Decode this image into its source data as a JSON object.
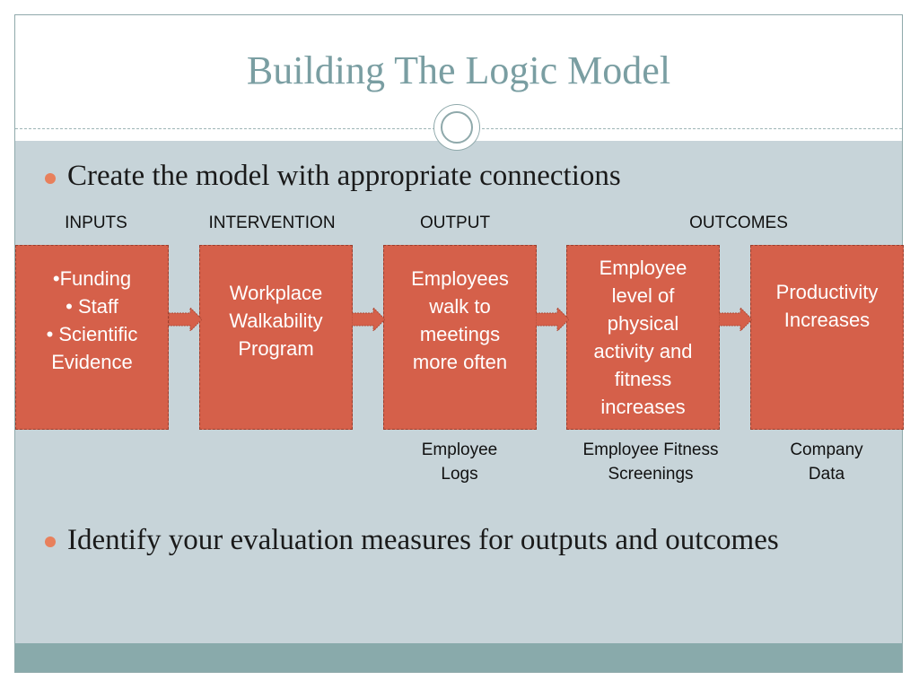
{
  "slide": {
    "title": "Building The Logic Model",
    "bullets": [
      "Create the model with appropriate connections",
      "Identify your evaluation measures for outputs and outcomes"
    ]
  },
  "diagram": {
    "stage_headers": [
      "INPUTS",
      "INTERVENTION",
      "OUTPUT",
      "OUTCOMES"
    ],
    "boxes": [
      {
        "lines": [
          "•Funding",
          "• Staff",
          "• Scientific",
          "Evidence"
        ]
      },
      {
        "lines": [
          "Workplace",
          "Walkability",
          "Program"
        ]
      },
      {
        "lines": [
          "Employees",
          "walk to",
          "meetings",
          "more often"
        ]
      },
      {
        "lines": [
          "Employee",
          "level of",
          "physical",
          "activity and",
          "fitness",
          "increases"
        ]
      },
      {
        "lines": [
          "Productivity",
          "Increases"
        ]
      }
    ],
    "measures": [
      {
        "lines": [
          "Employee",
          "Logs"
        ]
      },
      {
        "lines": [
          "Employee Fitness",
          "Screenings"
        ]
      },
      {
        "lines": [
          "Company",
          "Data"
        ]
      }
    ],
    "colors": {
      "box_fill": "#d5604a",
      "box_text": "#ffffff",
      "arrow_fill": "#d5604a",
      "bullet": "#e8805c",
      "title": "#7a9ea2",
      "content_background": "#c7d4d9",
      "footer_band": "#89aaab"
    }
  }
}
